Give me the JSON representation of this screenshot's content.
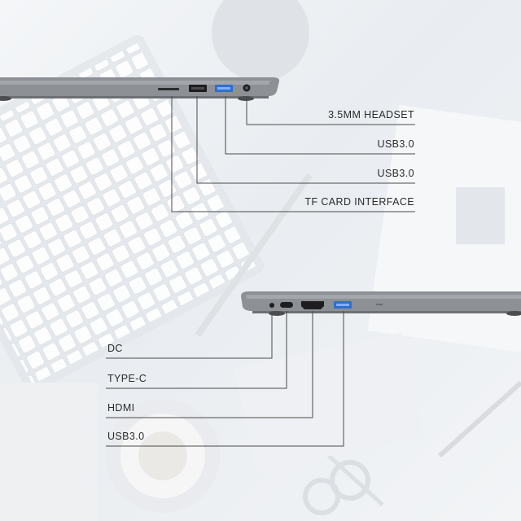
{
  "top_ports": {
    "labels": [
      "3.5MM HEADSET",
      "USB3.0",
      "USB3.0",
      "TF CARD INTERFACE"
    ]
  },
  "bottom_ports": {
    "labels": [
      "DC",
      "TYPE-C",
      "HDMI",
      "USB3.0"
    ]
  },
  "colors": {
    "laptop_body": "#8a8d92",
    "usb_blue": "#2f6fd0",
    "leader_line": "#4a4a4a"
  }
}
